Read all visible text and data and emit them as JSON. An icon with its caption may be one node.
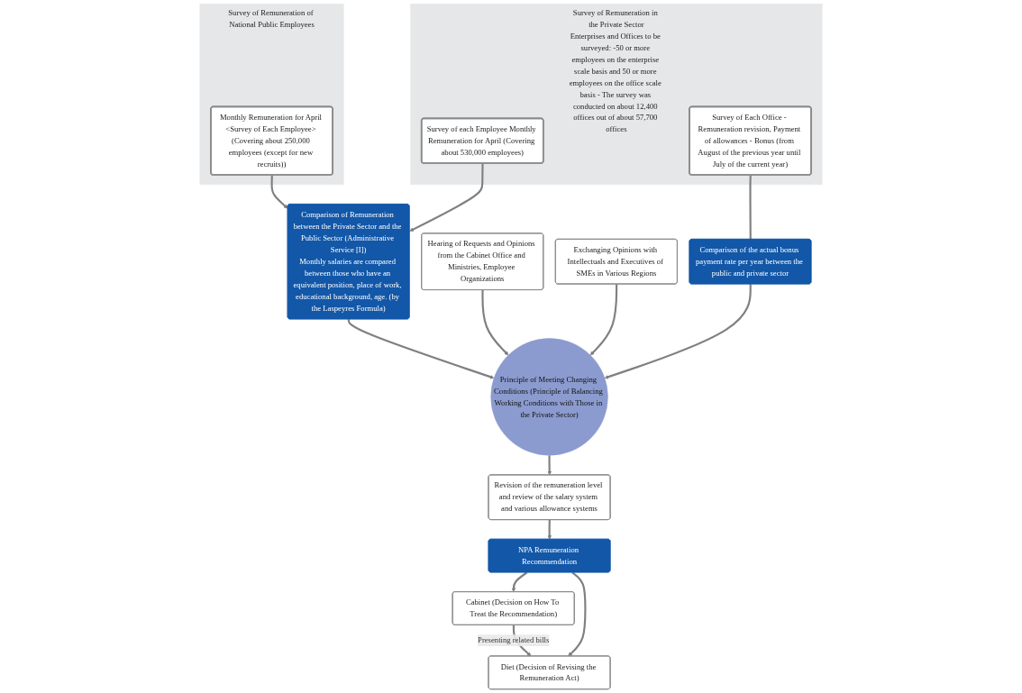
{
  "diagram": {
    "nodes": [
      {
        "text": [
          "Survey of Remuneration of National Public Employees"
        ]
      },
      {
        "text": [
          "Monthly Remuneration for April <Survey of Each Employee> (Covering about 250,000 employees (except for new recruits))"
        ],
        "in": 0
      },
      {
        "text": [
          "Comparison of Remuneration between the Private Sector and the Public Sector (Administrative Service [I])",
          "Monthly salaries are compared between those who have an equivalent position, place of work, educational background, age. (by the Laspeyres Formula)"
        ]
      },
      {
        "text": [
          "Survey of Remuneration in the Private Sector",
          "Enterprises and Offices to be surveyed: -50 or more employees on the enterprise scale basis and 50 or more employees on the office scale basis - The survey was conducted on about 12,400 offices out of about 57,700 offices"
        ]
      },
      {
        "text": [
          "Survey of each Employee Monthly Remuneration for April (Covering about 530,000 employees)"
        ],
        "in": 3
      },
      {
        "text": [
          "Survey of Each Office - Remuneration revision, Payment of allowances - Bonus (from August of the previous year until July of the current year)"
        ],
        "in": 3
      },
      {
        "text": [
          "Hearing of Requests and Opinions from the Cabinet Office and Ministries, Employee Organizations"
        ]
      },
      {
        "text": [
          "Exchanging Opinions with Intellectuals and Executives of SMEs in Various Regions"
        ]
      },
      {
        "text": [
          "Principle of Meeting Changing Conditions (Principle of Balancing Working Conditions with Those in the Private Sector)"
        ]
      },
      {
        "text": [
          "Comparison of the actual bonus payment rate per year between the public and private sector"
        ]
      },
      {
        "text": [
          "Revision of the remuneration level and review of the salary system and various allowance systems"
        ]
      },
      {
        "text": [
          "NPA Remuneration Recommendation"
        ]
      },
      {
        "text": [
          "Diet (Decision of Revising the Remuneration Act)"
        ]
      },
      {
        "text": [
          "Cabinet (Decision on How To Treat the Recommendation)"
        ]
      }
    ],
    "edges": [
      {
        "from": 1,
        "to": 2,
        "arrow": "to"
      },
      {
        "from": 4,
        "to": 2,
        "arrow": "to"
      },
      {
        "from": 5,
        "to": 9,
        "arrow": "none"
      },
      {
        "from": 9,
        "to": 8,
        "arrow": "to"
      },
      {
        "from": 2,
        "to": 8,
        "arrow": "to"
      },
      {
        "from": 6,
        "to": 8,
        "arrow": "to"
      },
      {
        "from": 7,
        "to": 8,
        "arrow": "to"
      },
      {
        "from": 8,
        "to": 10,
        "arrow": "to"
      },
      {
        "from": 10,
        "to": 11,
        "arrow": "to"
      },
      {
        "from": 11,
        "to": 12,
        "arrow": "to"
      },
      {
        "from": 11,
        "to": 13,
        "arrow": "to"
      },
      {
        "from": 13,
        "to": 12,
        "arrow": "to",
        "label": "Presenting related bills"
      }
    ]
  }
}
